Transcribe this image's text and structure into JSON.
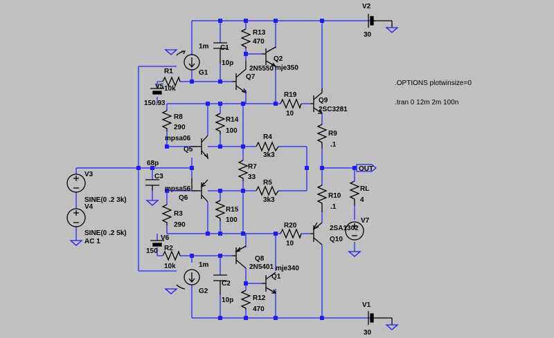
{
  "schematic": {
    "directives": [
      ".OPTIONS plotwinsize=0",
      ".tran 0 12m 2m 100n"
    ],
    "net_labels": {
      "out": "OUT"
    },
    "sources": {
      "v1": {
        "name": "V1",
        "value": "30"
      },
      "v2": {
        "name": "V2",
        "value": "30"
      },
      "v3": {
        "name": "V3",
        "value": "SINE(0 .2 3k)"
      },
      "v4": {
        "name": "V4",
        "value": "SINE(0 .2 5k)",
        "extra": "AC 1"
      },
      "v5": {
        "name": "V5",
        "value": "150.93"
      },
      "v6": {
        "name": "V6",
        "value": "150"
      },
      "v7": {
        "name": "V7"
      }
    },
    "current_sources": {
      "g1": {
        "name": "G1",
        "value": "1m"
      },
      "g2": {
        "name": "G2",
        "value": "1m"
      }
    },
    "resistors": {
      "r1": {
        "name": "R1",
        "value": "10k"
      },
      "r2": {
        "name": "R2",
        "value": "10k"
      },
      "r3": {
        "name": "R3",
        "value": "290"
      },
      "r4": {
        "name": "R4",
        "value": "3k3"
      },
      "r5": {
        "name": "R5",
        "value": "3k3"
      },
      "r7": {
        "name": "R7",
        "value": "33"
      },
      "r8": {
        "name": "R8",
        "value": "290"
      },
      "r9": {
        "name": "R9",
        "value": ".1"
      },
      "r10": {
        "name": "R10",
        "value": ".1"
      },
      "r12": {
        "name": "R12",
        "value": "470"
      },
      "r13": {
        "name": "R13",
        "value": "470"
      },
      "r14": {
        "name": "R14",
        "value": "100"
      },
      "r15": {
        "name": "R15",
        "value": "100"
      },
      "r19": {
        "name": "R19",
        "value": "10"
      },
      "r20": {
        "name": "R20",
        "value": "10"
      },
      "rl": {
        "name": "RL",
        "value": "4"
      }
    },
    "capacitors": {
      "c1": {
        "name": "C1",
        "value": "10p"
      },
      "c2": {
        "name": "C2",
        "value": "10p"
      },
      "c3": {
        "name": "C3",
        "value": "68p"
      }
    },
    "transistors": {
      "q1": {
        "name": "Q1",
        "model": "mje340"
      },
      "q2": {
        "name": "Q2",
        "model": "mje350"
      },
      "q5": {
        "name": "Q5",
        "model": "mpsa06"
      },
      "q6": {
        "name": "Q6",
        "model": "mpsa56"
      },
      "q7": {
        "name": "Q7",
        "model": "2N5550"
      },
      "q8": {
        "name": "Q8",
        "model": "2N5401"
      },
      "q9": {
        "name": "Q9",
        "model": "2SC3281"
      },
      "q10": {
        "name": "Q10",
        "model": "2SA1302"
      }
    }
  }
}
